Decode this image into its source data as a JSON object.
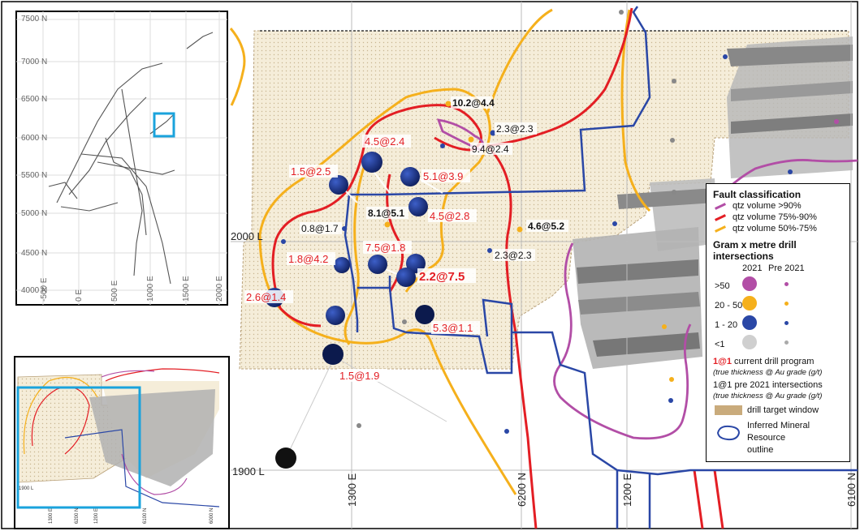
{
  "colors": {
    "cyan": "#1aa3dc",
    "red": "#e31e24",
    "orange": "#f5b01c",
    "purple": "#b24ea6",
    "blue": "#2a47a6",
    "navy": "#1a2d7a",
    "tan": "#f3ead7",
    "tanborder": "#c7b28c"
  },
  "map": {
    "grid_labels": {
      "n2000": "2000 L",
      "n1900": "1900 L",
      "e1300": "1300 E",
      "n6200": "6200 N",
      "e1200": "1200 E",
      "n6100": "6100 N"
    },
    "intersections_current": [
      {
        "label": "1.5@2.5"
      },
      {
        "label": "4.5@2.4"
      },
      {
        "label": "5.1@3.9"
      },
      {
        "label": "4.5@2.8"
      },
      {
        "label": "7.5@1.8"
      },
      {
        "label": "1.8@4.2"
      },
      {
        "label": "2.2@7.5"
      },
      {
        "label": "2.6@1.4"
      },
      {
        "label": "5.3@1.1"
      },
      {
        "label": "1.5@1.9"
      }
    ],
    "intersections_pre2021": [
      {
        "label": "10.2@4.4"
      },
      {
        "label": "2.3@2.3"
      },
      {
        "label": "9.4@2.4"
      },
      {
        "label": "8.1@5.1"
      },
      {
        "label": "0.8@1.7"
      },
      {
        "label": "4.6@5.2"
      },
      {
        "label": "2.3@2.3"
      }
    ]
  },
  "inset": {
    "northings": [
      "7500 N",
      "7000 N",
      "6500 N",
      "6000 N",
      "5500 N",
      "5000 N",
      "4500 N",
      "4000 N"
    ],
    "eastings": [
      "-500 E",
      "0 E",
      "500 E",
      "1000 E",
      "1500 E",
      "2000 E"
    ]
  },
  "inset2": {
    "labels": [
      "1900 L",
      "6200 N",
      "1300 E",
      "1200 E",
      "6100 N",
      "6000 N"
    ]
  },
  "legend": {
    "fault_title": "Fault classification",
    "faults": [
      {
        "label": "qtz volume >90%",
        "color": "#b24ea6"
      },
      {
        "label": "qtz volume 75%-90%",
        "color": "#e31e24"
      },
      {
        "label": "qtz volume 50%-75%",
        "color": "#f5b01c"
      }
    ],
    "gram_title": "Gram x metre drill intersections",
    "col2021": "2021",
    "colpre": "Pre 2021",
    "classes": [
      ">50",
      "20 - 50",
      "1 - 20",
      "<1"
    ],
    "current_sample": "1@1",
    "current_text": "current drill program",
    "current_note": "(true thickness @ Au grade (g/t)",
    "pre_sample": "1@1",
    "pre_text": "pre 2021 intersections",
    "pre_note": "(true thickness @ Au grade (g/t)",
    "window_label": "drill target window",
    "resource_label_1": "Inferred Mineral Resource",
    "resource_label_2": "outline"
  }
}
